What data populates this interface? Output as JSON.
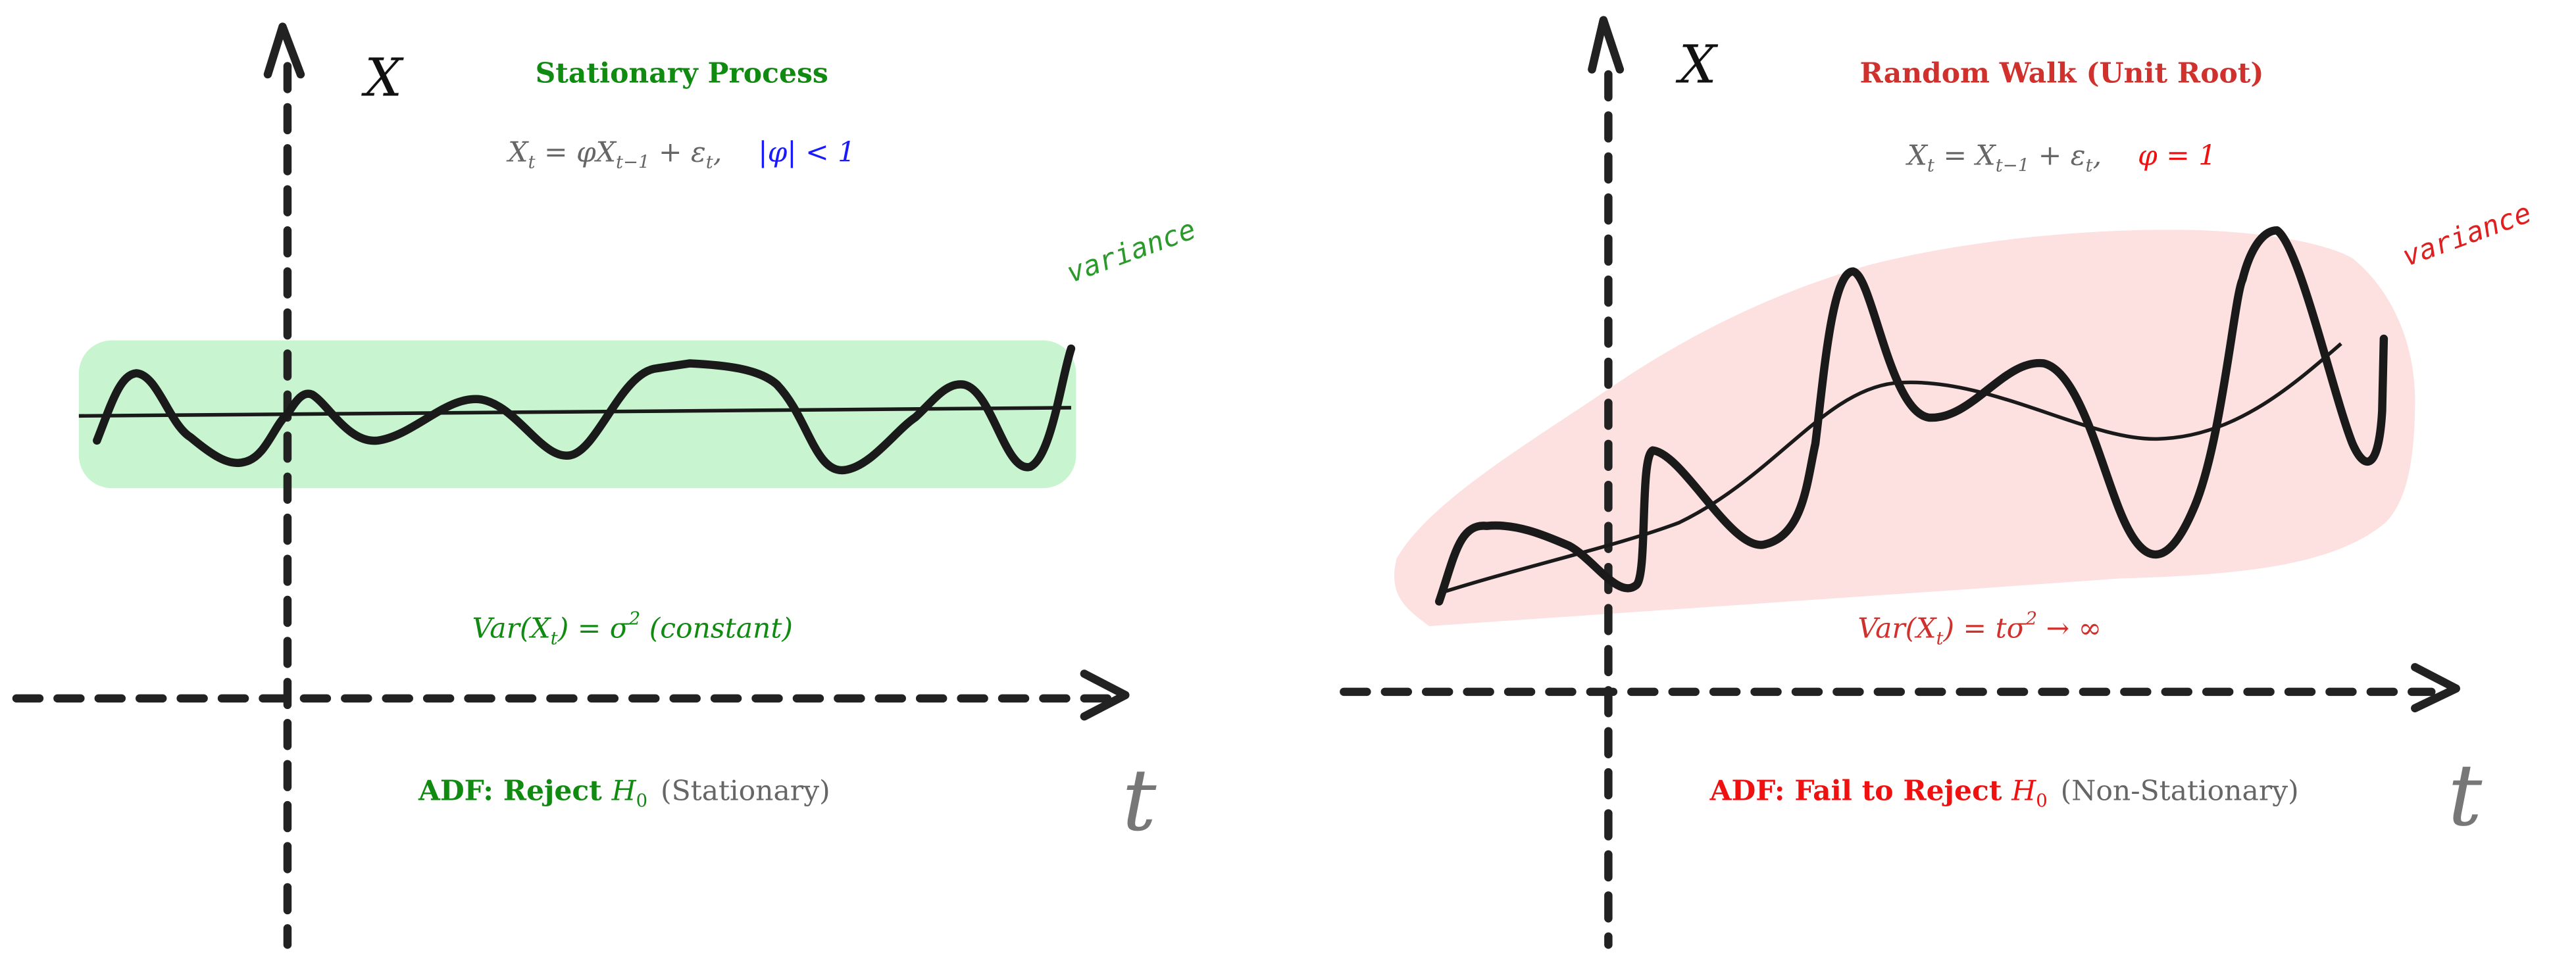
{
  "colors": {
    "green": "#108a10",
    "red": "#d0312d",
    "bright_red": "#f01010",
    "blue": "#1a1aff",
    "gray": "#666666",
    "green_fill": "#c8f5d0",
    "red_fill": "#fde0e0"
  },
  "left_panel": {
    "y_label": "X",
    "x_label": "t",
    "title": "Stationary Process",
    "formula": {
      "lhs": "X",
      "lhs_sub": "t",
      "eq": " = φX",
      "sub1": "t−1",
      "plus": " + ε",
      "sub2": "t",
      "comma": ",",
      "condition": "|φ| < 1"
    },
    "variance_label": "variance",
    "var_formula": {
      "pre": "Var(X",
      "sub": "t",
      "mid": ") = σ",
      "sup": "2",
      "post": " (constant)"
    },
    "adf": {
      "bold": "ADF: Reject ",
      "h": "H",
      "h_sub": "0",
      "note": "(Stationary)"
    }
  },
  "right_panel": {
    "y_label": "X",
    "x_label": "t",
    "title": "Random Walk (Unit Root)",
    "formula": {
      "lhs": "X",
      "lhs_sub": "t",
      "eq": " = X",
      "sub1": "t−1",
      "plus": " + ε",
      "sub2": "t",
      "comma": ",",
      "condition": "φ = 1"
    },
    "variance_label": "variance",
    "var_formula": {
      "pre": "Var(X",
      "sub": "t",
      "mid": ") = tσ",
      "sup": "2",
      "post": " → ∞"
    },
    "adf": {
      "bold": "ADF: Fail to Reject ",
      "h": "H",
      "h_sub": "0",
      "note": "(Non-Stationary)"
    }
  }
}
